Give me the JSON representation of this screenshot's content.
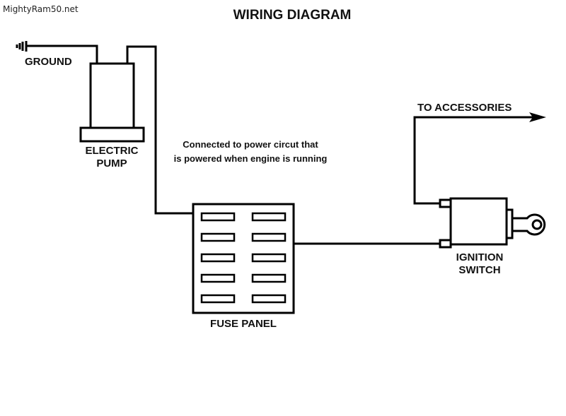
{
  "watermark": "MightyRam50.net",
  "title": "WIRING DIAGRAM",
  "components": {
    "ground": {
      "label": "GROUND"
    },
    "pump": {
      "label_line1": "ELECTRIC",
      "label_line2": "PUMP"
    },
    "fuse_panel": {
      "label": "FUSE PANEL",
      "fuse_rows": 5,
      "fuse_columns": 2
    },
    "ignition_switch": {
      "label_line1": "IGNITION",
      "label_line2": "SWITCH"
    }
  },
  "annotations": {
    "power_note_line1": "Connected to power circut that",
    "power_note_line2": "is powered when engine is running",
    "accessories": "TO ACCESSORIES"
  },
  "colors": {
    "stroke": "#000000",
    "background": "#ffffff"
  }
}
